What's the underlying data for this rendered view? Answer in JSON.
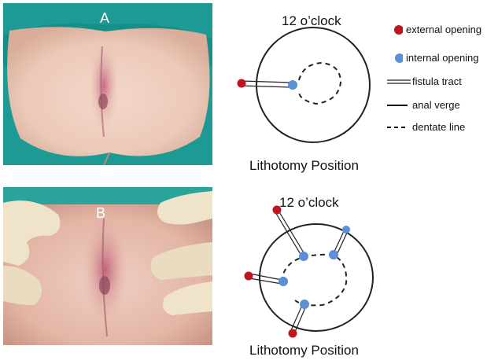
{
  "panels": [
    {
      "label": "A",
      "clock_label": "12 o’clock",
      "position_label": "Lithotomy Position"
    },
    {
      "label": "B",
      "clock_label": "12 o’clock",
      "position_label": "Lithotomy Position"
    }
  ],
  "legend": [
    {
      "symbol": "red-dot",
      "label": "external opening"
    },
    {
      "symbol": "blue-dot",
      "label": "internal opening"
    },
    {
      "symbol": "double-line",
      "label": "fistula tract"
    },
    {
      "symbol": "solid-line",
      "label": "anal verge"
    },
    {
      "symbol": "dashed-line",
      "label": "dentate line"
    }
  ],
  "colors": {
    "external_opening": "#c0141e",
    "internal_opening": "#5b8fd6",
    "drape": "#1d9a93",
    "skin": "#eecfc1",
    "glove": "#efe3c9"
  }
}
